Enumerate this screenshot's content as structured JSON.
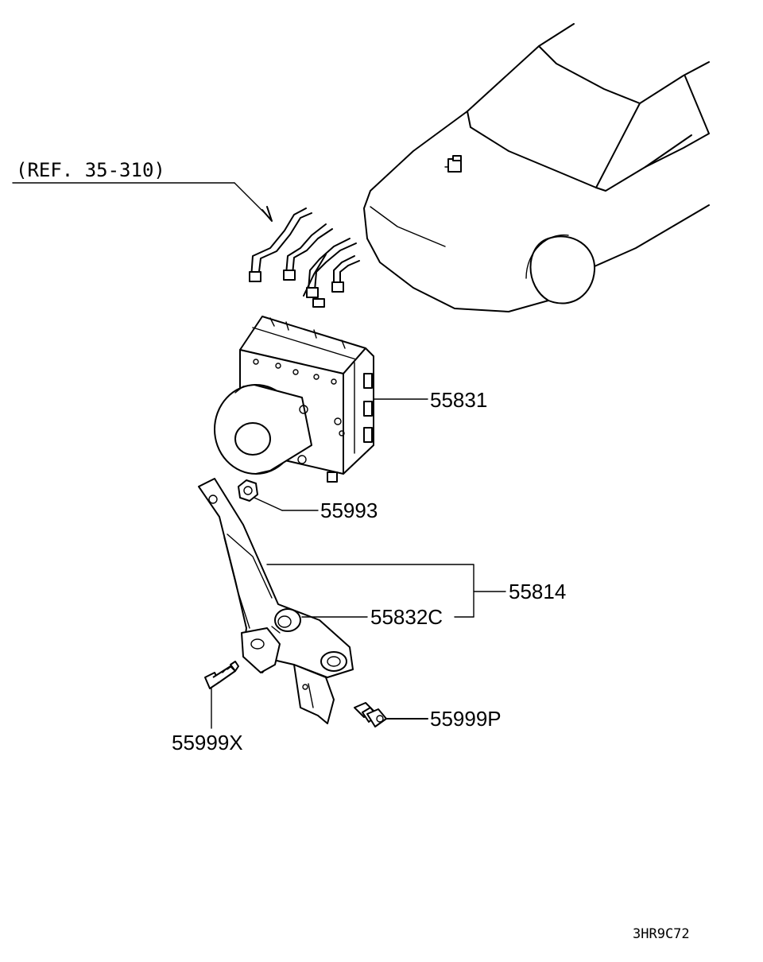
{
  "reference": "(REF. 35-310)",
  "parts": {
    "hydraulic_unit": "55831",
    "nut": "55993",
    "bracket_assembly": "55814",
    "bushing": "55832C",
    "bolt_left": "55999X",
    "bolt_right": "55999P"
  },
  "drawing_code": "3HR9C72"
}
